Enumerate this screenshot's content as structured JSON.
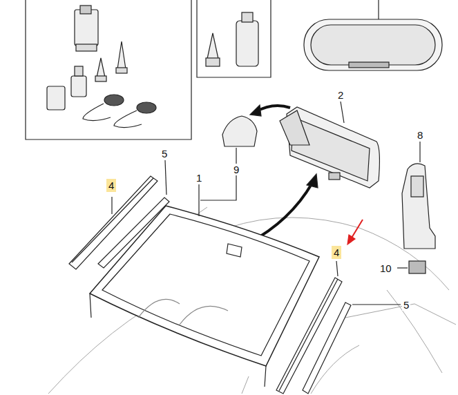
{
  "diagram": {
    "labels": [
      "2",
      "8",
      "5",
      "9",
      "1",
      "4",
      "4",
      "10",
      "5"
    ]
  }
}
